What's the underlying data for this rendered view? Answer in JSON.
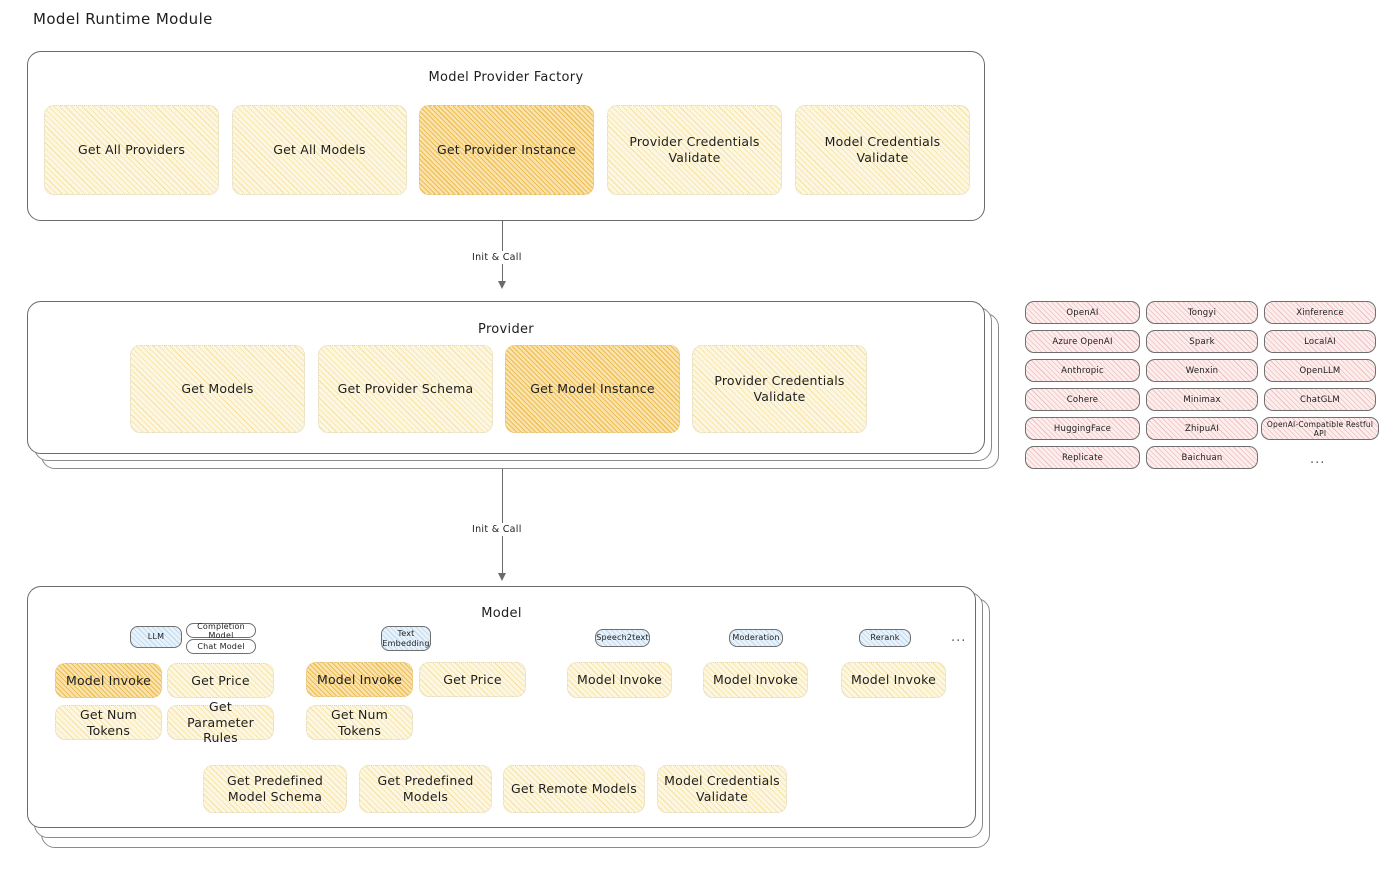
{
  "diagram": {
    "title": "Model Runtime Module",
    "type": "architecture-flow"
  },
  "colors": {
    "highlight_fill": "#fbe3b0",
    "highlight_stroke": "#e0c37a",
    "normal_fill": "#fdf6e0",
    "normal_stroke": "#ded7bb",
    "provider_chip_fill": "#fdeeee",
    "model_chip_fill": "#e8f2fb",
    "container_stroke": "#6b6b6b",
    "text": "#1e1e1e"
  },
  "sections": {
    "factory": {
      "title": "Model Provider Factory",
      "boxes": [
        {
          "label": "Get All Providers",
          "highlighted": false
        },
        {
          "label": "Get All Models",
          "highlighted": false
        },
        {
          "label": "Get Provider Instance",
          "highlighted": true
        },
        {
          "label": "Provider Credentials Validate",
          "highlighted": false
        },
        {
          "label": "Model Credentials Validate",
          "highlighted": false
        }
      ]
    },
    "provider": {
      "title": "Provider",
      "stacked": true,
      "boxes": [
        {
          "label": "Get Models",
          "highlighted": false
        },
        {
          "label": "Get Provider Schema",
          "highlighted": false
        },
        {
          "label": "Get Model Instance",
          "highlighted": true
        },
        {
          "label": "Provider Credentials Validate",
          "highlighted": false
        }
      ]
    },
    "model": {
      "title": "Model",
      "stacked": true,
      "model_types": [
        {
          "name": "LLM",
          "sub_chips": [
            "Completion Model",
            "Chat Model"
          ],
          "methods": [
            {
              "label": "Model Invoke",
              "highlighted": true
            },
            {
              "label": "Get Price",
              "highlighted": false
            },
            {
              "label": "Get Num Tokens",
              "highlighted": false
            },
            {
              "label": "Get Parameter Rules",
              "highlighted": false
            }
          ]
        },
        {
          "name": "Text Embedding",
          "sub_chips": [],
          "methods": [
            {
              "label": "Model Invoke",
              "highlighted": true
            },
            {
              "label": "Get Price",
              "highlighted": false
            },
            {
              "label": "Get Num Tokens",
              "highlighted": false
            }
          ]
        },
        {
          "name": "Speech2text",
          "sub_chips": [],
          "methods": [
            {
              "label": "Model Invoke",
              "highlighted": false
            }
          ]
        },
        {
          "name": "Moderation",
          "sub_chips": [],
          "methods": [
            {
              "label": "Model Invoke",
              "highlighted": false
            }
          ]
        },
        {
          "name": "Rerank",
          "sub_chips": [],
          "methods": [
            {
              "label": "Model Invoke",
              "highlighted": false
            }
          ]
        }
      ],
      "more_types_marker": "...",
      "common_methods": [
        {
          "label": "Get Predefined Model Schema"
        },
        {
          "label": "Get Predefined Models"
        },
        {
          "label": "Get Remote Models"
        },
        {
          "label": "Model Credentials Validate"
        }
      ]
    }
  },
  "connectors": [
    {
      "label": "Init & Call",
      "from": "factory",
      "to": "provider"
    },
    {
      "label": "Init & Call",
      "from": "provider",
      "to": "model"
    }
  ],
  "provider_list": {
    "more_marker": "...",
    "columns": [
      [
        "OpenAI",
        "Azure OpenAI",
        "Anthropic",
        "Cohere",
        "HuggingFace",
        "Replicate"
      ],
      [
        "Tongyi",
        "Spark",
        "Wenxin",
        "Minimax",
        "ZhipuAI",
        "Baichuan"
      ],
      [
        "Xinference",
        "LocalAI",
        "OpenLLM",
        "ChatGLM",
        "OpenAI-Compatible Restful API"
      ]
    ]
  }
}
